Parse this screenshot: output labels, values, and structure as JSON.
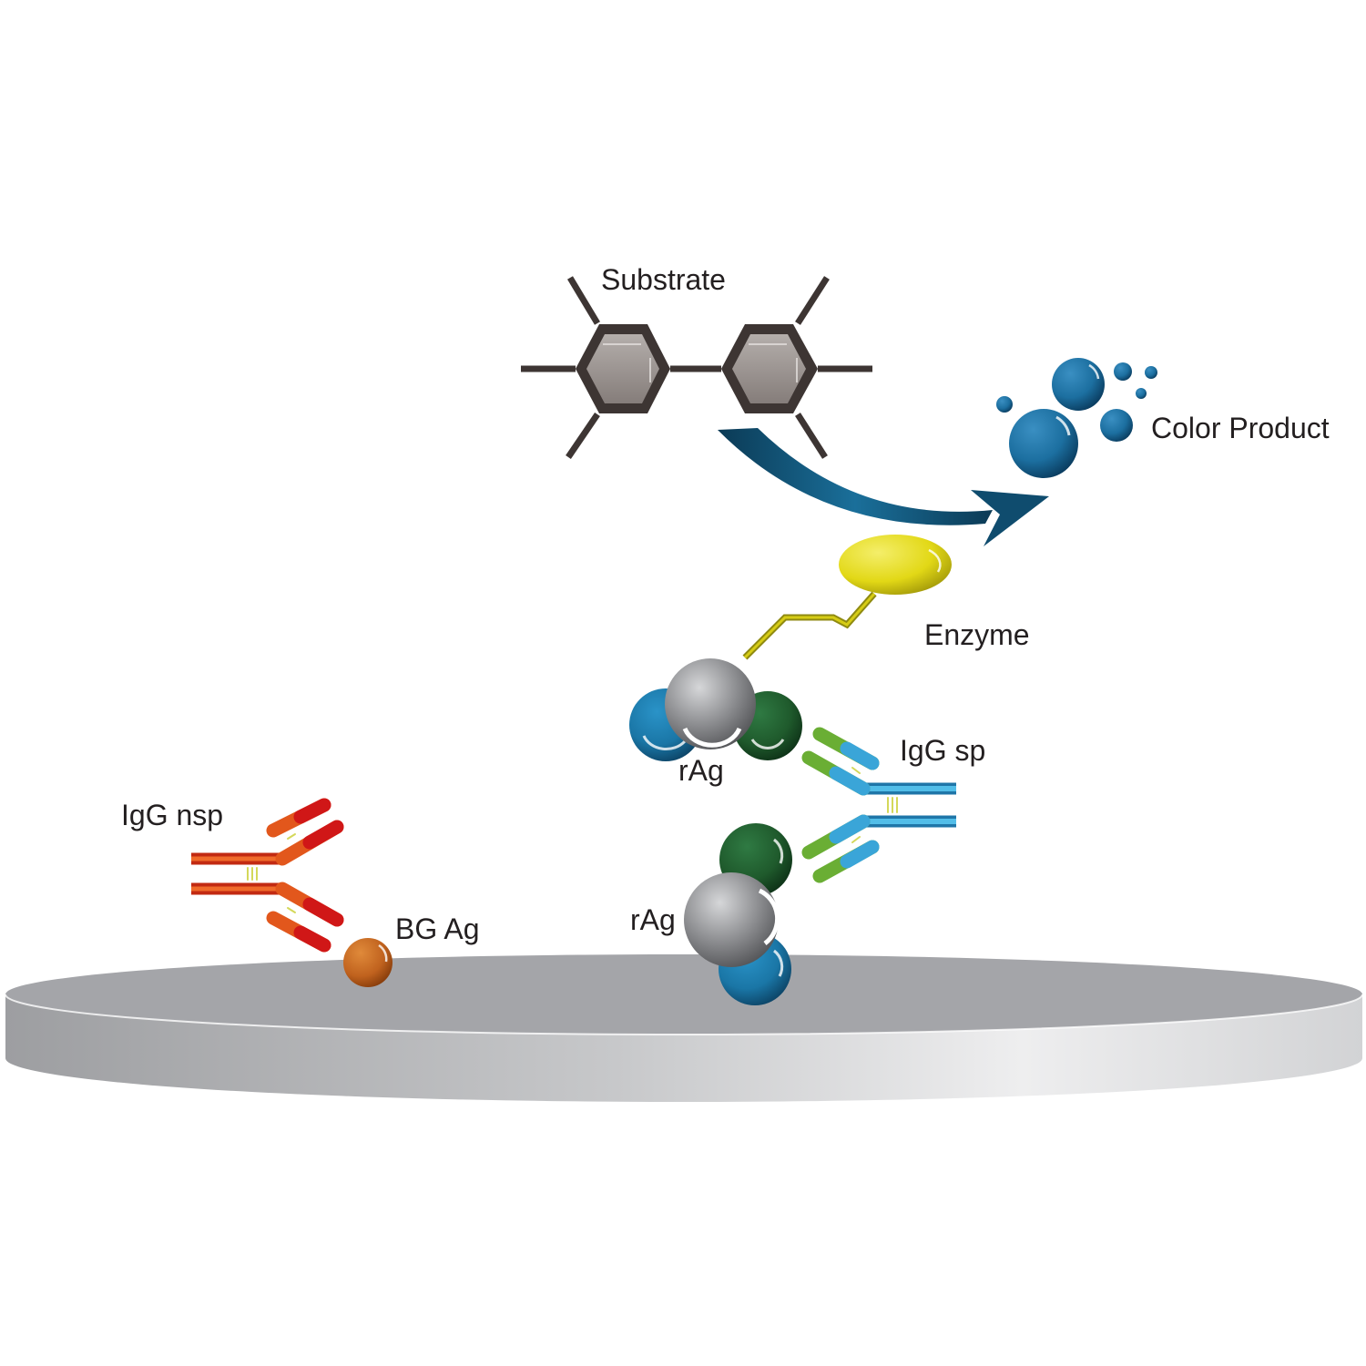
{
  "labels": {
    "substrate": "Substrate",
    "color_product": "Color Product",
    "enzyme": "Enzyme",
    "igg_sp": "IgG sp",
    "rag_top": "rAg",
    "rag_bottom": "rAg",
    "igg_nsp": "IgG nsp",
    "bg_ag": "BG Ag"
  },
  "colors": {
    "plate": "#a4a5a9",
    "substrate_ring": "#9a9391",
    "arrow": "#0f4c6e",
    "product": "#1c6fa0",
    "enzyme": "#e2d816",
    "specific_igg": "#38a6d8",
    "nonspecific_igg": "#e04a1d",
    "antigen_gray": "#8c8d90",
    "antigen_green": "#1f5a2c",
    "antigen_blue": "#1a76a6",
    "bg_antigen": "#c0621e"
  }
}
